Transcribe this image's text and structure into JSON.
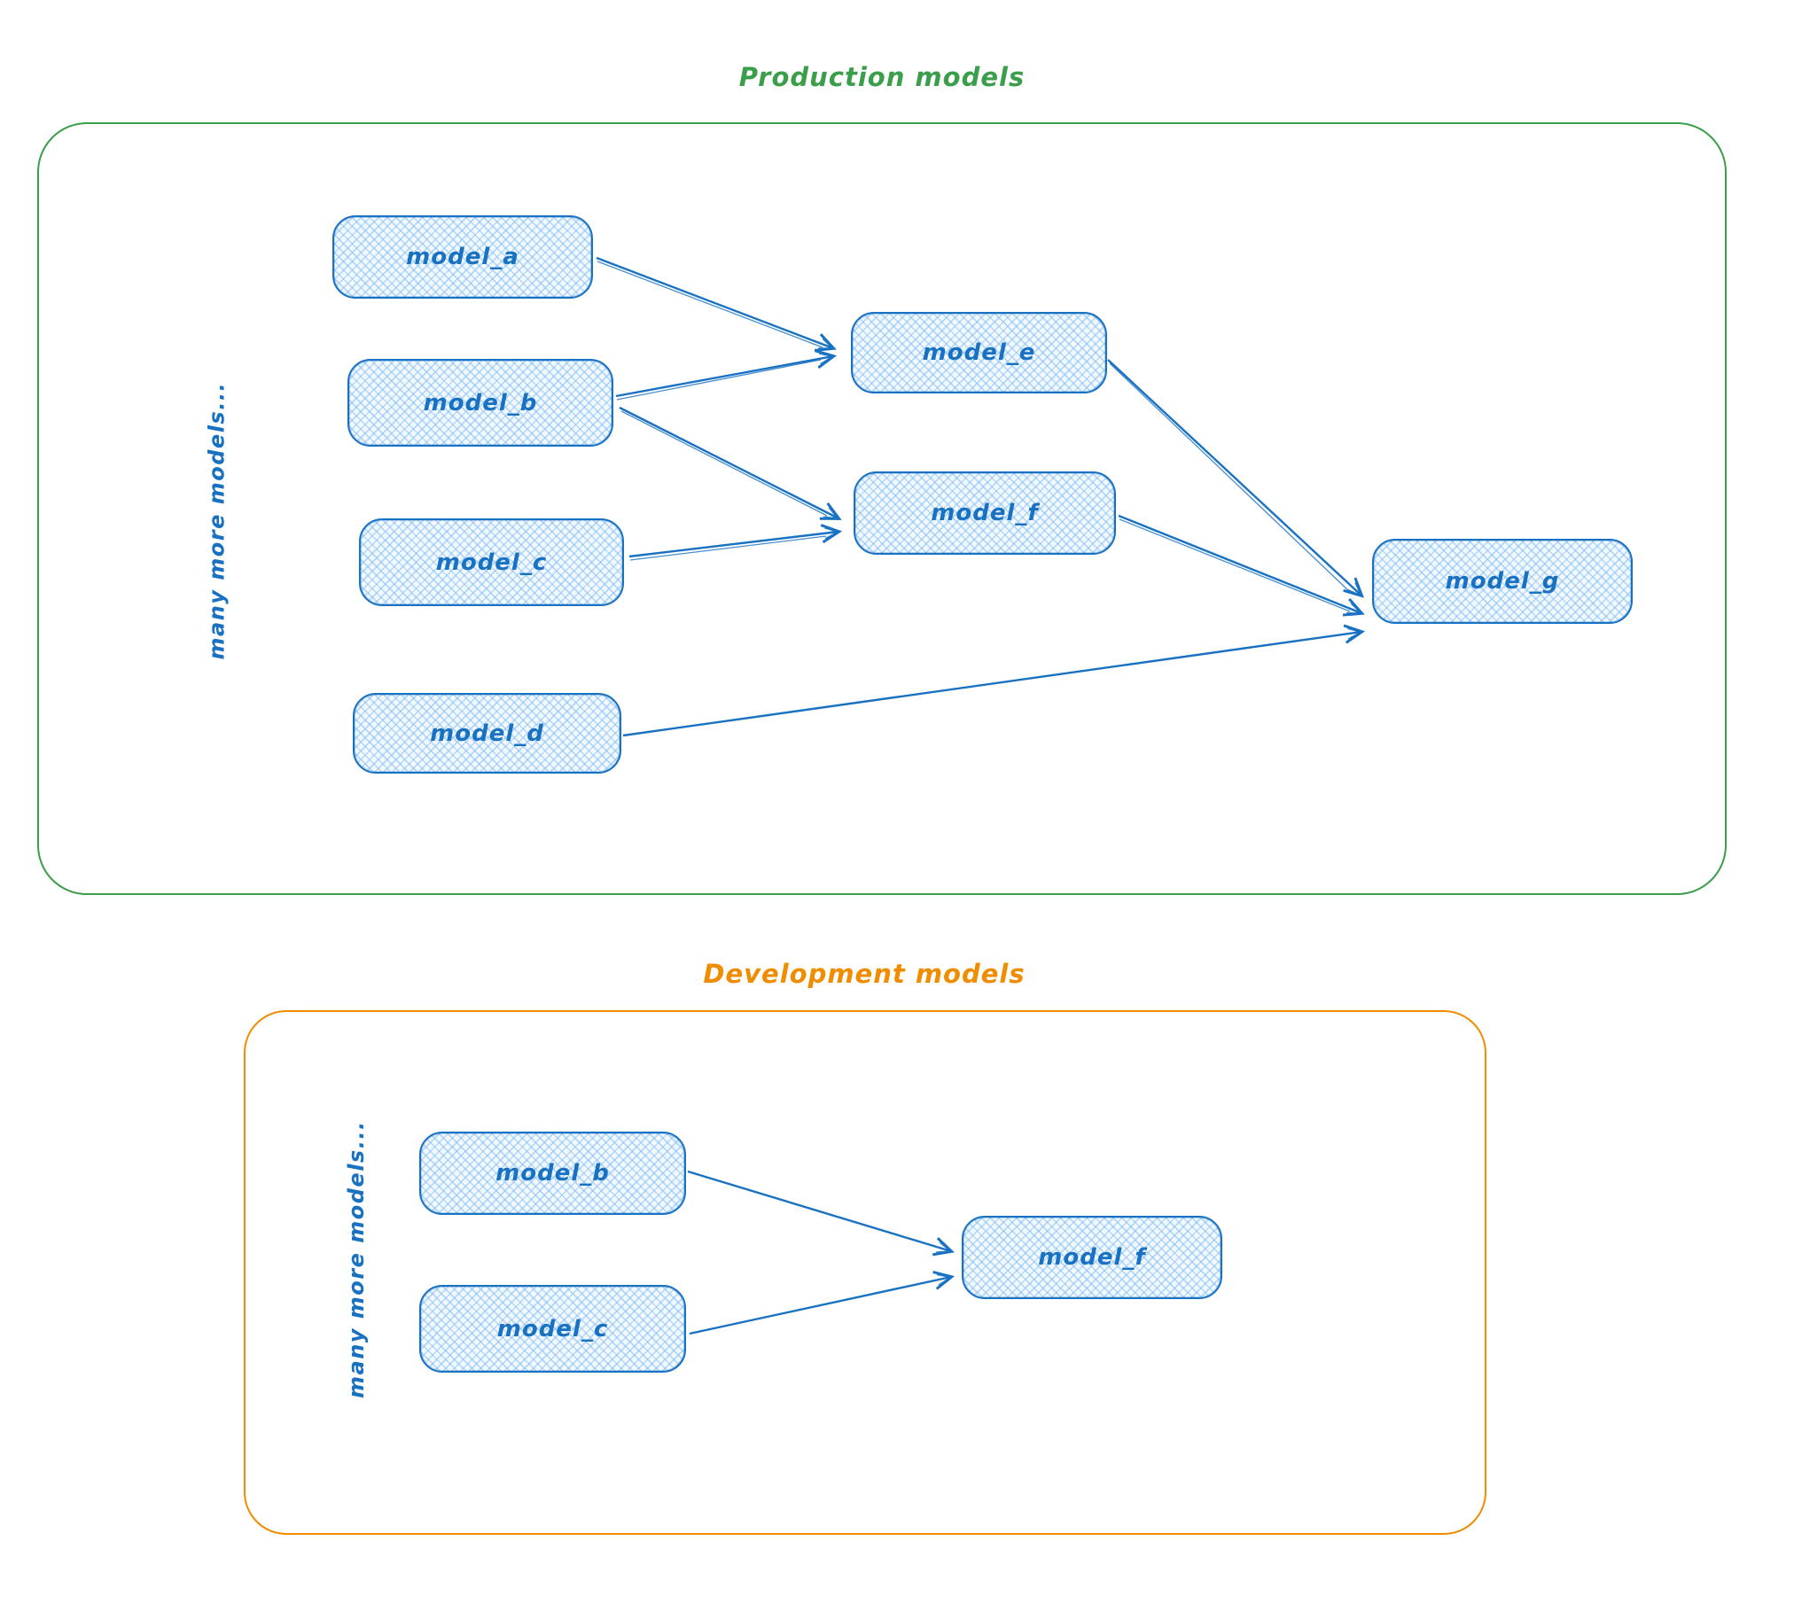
{
  "colors": {
    "blue": "#1971c2",
    "node_fill": "#a5d8ff",
    "green": "#3a9e4a",
    "orange": "#f08c00"
  },
  "production": {
    "title": "Production models",
    "side_label": "many more models...",
    "nodes": {
      "a": "model_a",
      "b": "model_b",
      "c": "model_c",
      "d": "model_d",
      "e": "model_e",
      "f": "model_f",
      "g": "model_g"
    },
    "edges": [
      {
        "from": "model_a",
        "to": "model_e"
      },
      {
        "from": "model_b",
        "to": "model_e"
      },
      {
        "from": "model_b",
        "to": "model_f"
      },
      {
        "from": "model_c",
        "to": "model_f"
      },
      {
        "from": "model_e",
        "to": "model_g"
      },
      {
        "from": "model_f",
        "to": "model_g"
      },
      {
        "from": "model_d",
        "to": "model_g"
      }
    ]
  },
  "development": {
    "title": "Development models",
    "side_label": "many more models...",
    "nodes": {
      "b": "model_b",
      "c": "model_c",
      "f": "model_f"
    },
    "edges": [
      {
        "from": "model_b",
        "to": "model_f"
      },
      {
        "from": "model_c",
        "to": "model_f"
      }
    ]
  }
}
